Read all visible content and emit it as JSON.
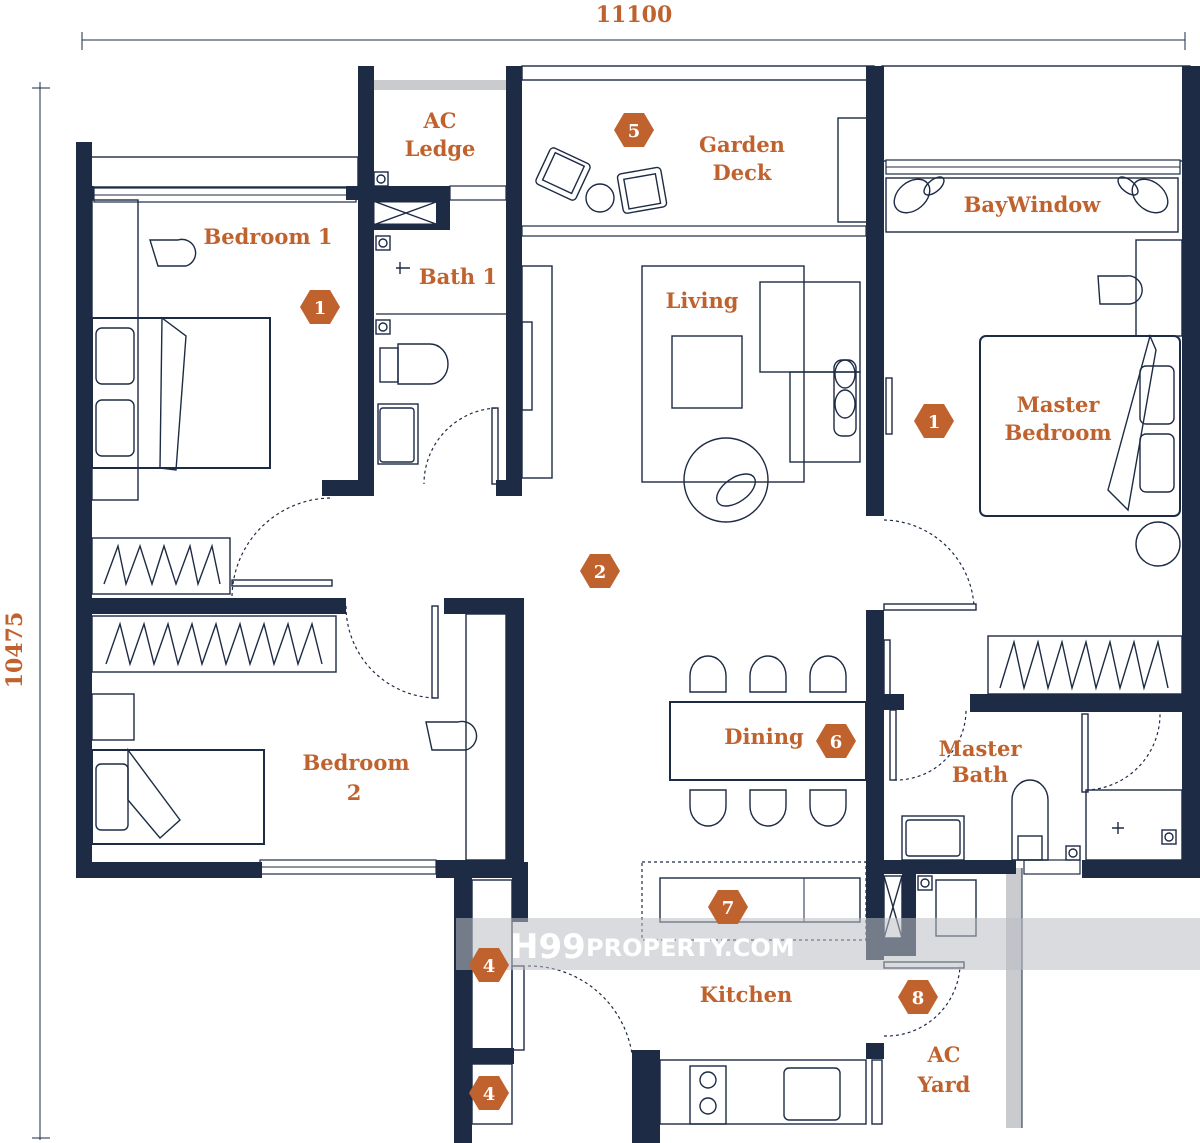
{
  "dimensions": {
    "width": "11100",
    "height": "10475"
  },
  "rooms": {
    "bedroom1": "Bedroom 1",
    "ac_ledge_line1": "AC",
    "ac_ledge_line2": "Ledge",
    "bath1": "Bath 1",
    "garden_deck_line1": "Garden",
    "garden_deck_line2": "Deck",
    "bay_window": "BayWindow",
    "living": "Living",
    "master_bedroom_line1": "Master",
    "master_bedroom_line2": "Bedroom",
    "bedroom2_line1": "Bedroom",
    "bedroom2_line2": "2",
    "dining": "Dining",
    "master_bath_line1": "Master",
    "master_bath_line2": "Bath",
    "kitchen": "Kitchen",
    "ac_yard_line1": "AC",
    "ac_yard_line2": "Yard"
  },
  "badges": {
    "bedroom1": "1",
    "master_bedroom": "1",
    "corridor": "2",
    "storage_upper": "4",
    "storage_lower": "4",
    "garden_deck": "5",
    "dining": "6",
    "kitchen_counter": "7",
    "ac_yard": "8"
  },
  "watermark": {
    "brand": "H99",
    "suffix": "PROPERTY.COM"
  },
  "colors": {
    "wall": "#1d2b44",
    "label": "#c0622e",
    "badge": "#c0622e"
  }
}
